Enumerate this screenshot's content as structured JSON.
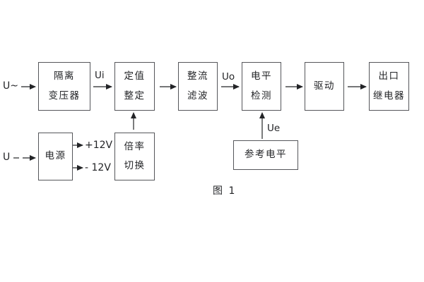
{
  "diagram": {
    "caption": "图 1",
    "inputs": {
      "ac_label": "U~",
      "dc_label": "U"
    },
    "signals": {
      "ui": "Ui",
      "uo": "Uo",
      "ue": "Ue"
    },
    "power_outputs": {
      "plus": "+12V",
      "minus": "- 12V"
    },
    "blocks": {
      "isolation_transformer": {
        "line1": "隔离",
        "line2": "变压器"
      },
      "setting_adjust": {
        "line1": "定值",
        "line2": "整定"
      },
      "rectifier_filter": {
        "line1": "整流",
        "line2": "滤波"
      },
      "level_detect": {
        "line1": "电平",
        "line2": "检测"
      },
      "driver": {
        "line1": "驱动"
      },
      "output_relay": {
        "line1": "出口",
        "line2": "继电器"
      },
      "power_supply": {
        "line1": "电源"
      },
      "ratio_switch": {
        "line1": "倍率",
        "line2": "切换"
      },
      "reference_level": {
        "line1": "参考电平"
      }
    },
    "colors": {
      "box_border": "#55565a",
      "line": "#232427",
      "text": "#232427",
      "background": "#ffffff"
    }
  }
}
